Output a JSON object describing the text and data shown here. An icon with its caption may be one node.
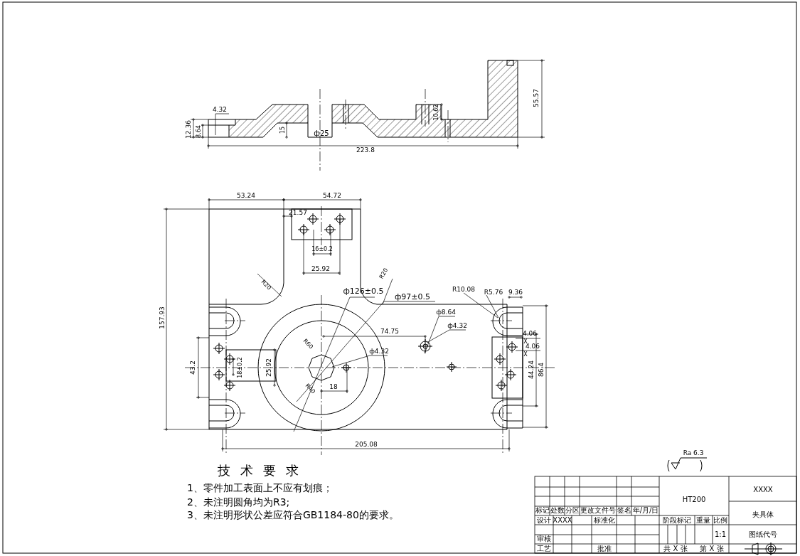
{
  "diagram": {
    "labels": [
      "4.32",
      "12.36",
      "8.64",
      "15",
      "ф25",
      "10.62",
      "55.57",
      "223.8",
      "53.24",
      "54.72",
      "21.57",
      "16±0.2",
      "25.92",
      "R20",
      "R20",
      "ф126±0.5",
      "ф97±0.5",
      "R10.08",
      "R5.76",
      "9.36",
      "ф8.64",
      "ф4.32",
      "74.75",
      "ф4.32",
      "4.06",
      "X",
      "4.06",
      "X",
      "157.93",
      "43.2",
      "18±0.2",
      "25.92",
      "R60",
      "R40",
      "18",
      "44.24",
      "86.4",
      "205.08",
      "Ra 6.3",
      "技 术 要 求",
      "1、零件加工表面上不应有划痕；",
      "2、未注明圆角均为R3;",
      "3、未注明形状公差应符合GB1184-80的要求。",
      "XXXX",
      "HT200",
      "夹具体",
      "标记",
      "处数",
      "分区",
      "更改文件号",
      "签名",
      "年/月/日",
      "设计",
      "XXXX",
      "标准化",
      "阶段标记",
      "重量",
      "比例",
      "1:1",
      "图纸代号",
      "审核",
      "工艺",
      "批准",
      "共 X 张",
      "第 X 张"
    ]
  }
}
